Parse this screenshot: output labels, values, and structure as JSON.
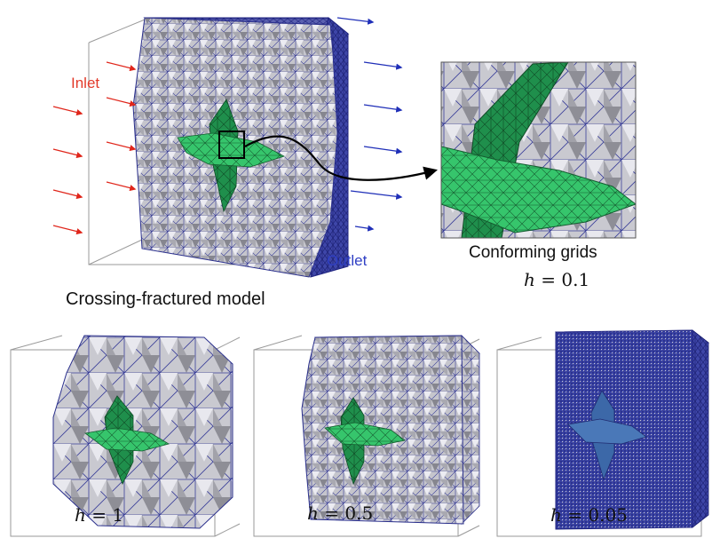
{
  "labels": {
    "inlet": "Inlet",
    "outlet": "Outlet",
    "main_caption": "Crossing-fractured model",
    "zoom_caption": "Conforming grids"
  },
  "h_values": {
    "main": "0.1",
    "panel_1": "1",
    "panel_2": "0.5",
    "panel_3": "0.05"
  },
  "h_symbol": "h",
  "equals": "=",
  "colors": {
    "inlet_arrow": "#e0261b",
    "outlet_arrow": "#1f2fb8",
    "mesh_edge": "#2a2f8c",
    "mesh_gray": "#c7c7cf",
    "fracture_light": "#33c46a",
    "fracture_dark": "#1f8c4a",
    "box_line": "#9a9a9a"
  }
}
